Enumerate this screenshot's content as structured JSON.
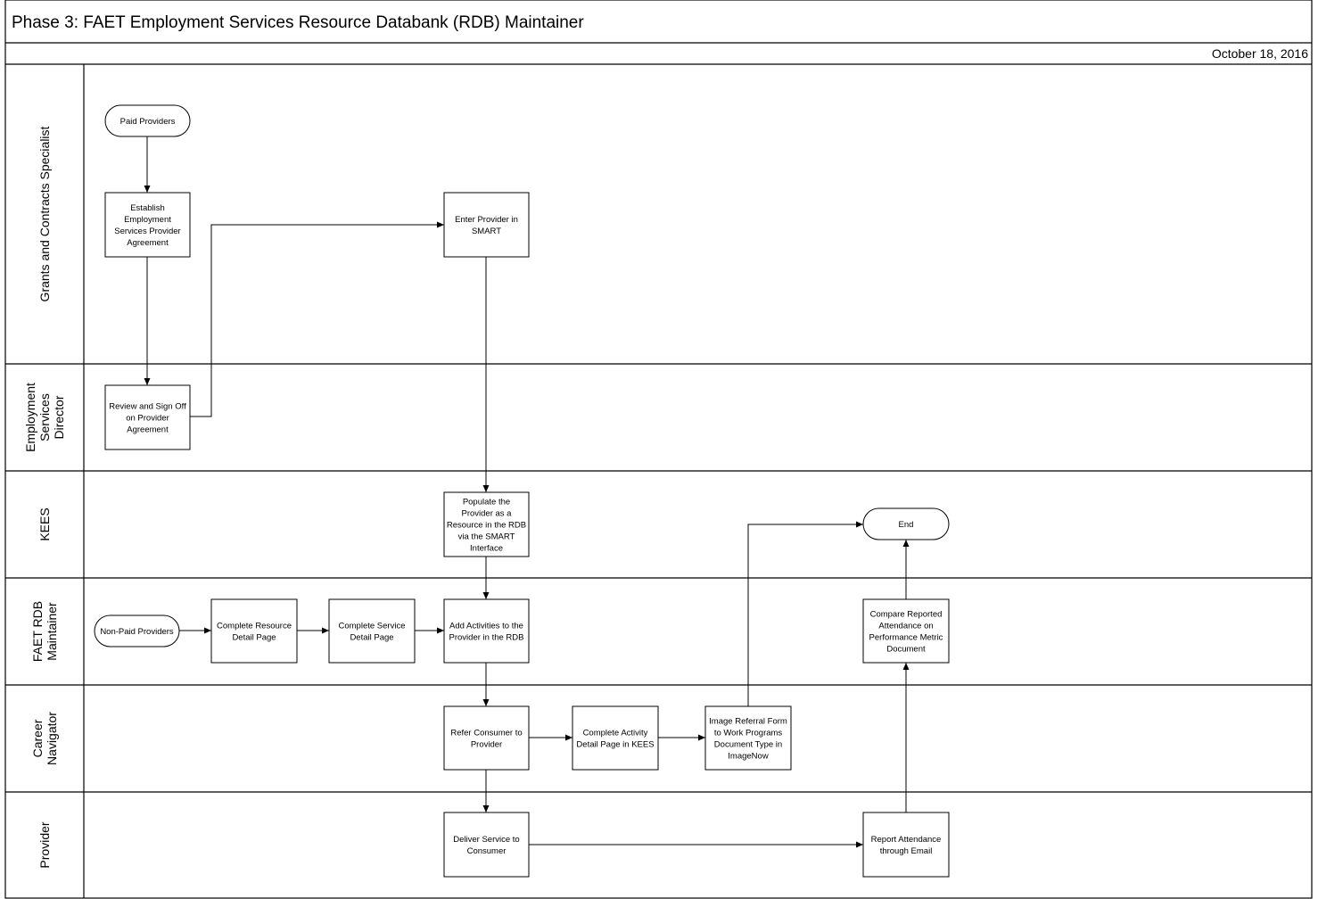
{
  "title": "Phase 3: FAET Employment Services Resource Databank (RDB) Maintainer",
  "date": "October 18, 2016",
  "lanes": [
    {
      "id": "grants",
      "label": [
        "Grants and Contracts Specialist"
      ]
    },
    {
      "id": "director",
      "label": [
        "Employment",
        "Services",
        "Director"
      ]
    },
    {
      "id": "kees",
      "label": [
        "KEES"
      ]
    },
    {
      "id": "faet",
      "label": [
        "FAET RDB",
        "Maintainer"
      ]
    },
    {
      "id": "career",
      "label": [
        "Career",
        "Navigator"
      ]
    },
    {
      "id": "provider",
      "label": [
        "Provider"
      ]
    }
  ],
  "nodes": [
    {
      "id": "paid",
      "shape": "terminator",
      "text": [
        "Paid Providers"
      ]
    },
    {
      "id": "establish",
      "shape": "process",
      "text": [
        "Establish",
        "Employment",
        "Services Provider",
        "Agreement"
      ]
    },
    {
      "id": "enter",
      "shape": "process",
      "text": [
        "Enter Provider in",
        "SMART"
      ]
    },
    {
      "id": "review",
      "shape": "process",
      "text": [
        "Review and Sign Off",
        "on Provider",
        "Agreement"
      ]
    },
    {
      "id": "populate",
      "shape": "process",
      "text": [
        "Populate the",
        "Provider as a",
        "Resource in the RDB",
        "via the SMART",
        "Interface"
      ]
    },
    {
      "id": "end",
      "shape": "terminator",
      "text": [
        "End"
      ]
    },
    {
      "id": "nonpaid",
      "shape": "terminator",
      "text": [
        "Non-Paid Providers"
      ]
    },
    {
      "id": "resource",
      "shape": "process",
      "text": [
        "Complete Resource",
        "Detail Page"
      ]
    },
    {
      "id": "service",
      "shape": "process",
      "text": [
        "Complete Service",
        "Detail Page"
      ]
    },
    {
      "id": "activities",
      "shape": "process",
      "text": [
        "Add Activities to the",
        "Provider in the RDB"
      ]
    },
    {
      "id": "compare",
      "shape": "process",
      "text": [
        "Compare Reported",
        "Attendance on",
        "Performance Metric",
        "Document"
      ]
    },
    {
      "id": "refer",
      "shape": "process",
      "text": [
        "Refer Consumer to",
        "Provider"
      ]
    },
    {
      "id": "activity",
      "shape": "process",
      "text": [
        "Complete Activity",
        "Detail Page in KEES"
      ]
    },
    {
      "id": "image",
      "shape": "process",
      "text": [
        "Image Referral Form",
        "to Work Programs",
        "Document Type in",
        "ImageNow"
      ]
    },
    {
      "id": "deliver",
      "shape": "process",
      "text": [
        "Deliver Service to",
        "Consumer"
      ]
    },
    {
      "id": "report",
      "shape": "process",
      "text": [
        "Report Attendance",
        "through Email"
      ]
    }
  ],
  "edges": [
    {
      "from": "paid",
      "to": "establish"
    },
    {
      "from": "establish",
      "to": "review"
    },
    {
      "from": "review",
      "to": "enter"
    },
    {
      "from": "enter",
      "to": "populate"
    },
    {
      "from": "populate",
      "to": "activities"
    },
    {
      "from": "nonpaid",
      "to": "resource"
    },
    {
      "from": "resource",
      "to": "service"
    },
    {
      "from": "service",
      "to": "activities"
    },
    {
      "from": "activities",
      "to": "refer"
    },
    {
      "from": "refer",
      "to": "activity"
    },
    {
      "from": "activity",
      "to": "image"
    },
    {
      "from": "image",
      "to": "end"
    },
    {
      "from": "refer",
      "to": "deliver"
    },
    {
      "from": "deliver",
      "to": "report"
    },
    {
      "from": "report",
      "to": "compare"
    },
    {
      "from": "compare",
      "to": "end"
    }
  ]
}
